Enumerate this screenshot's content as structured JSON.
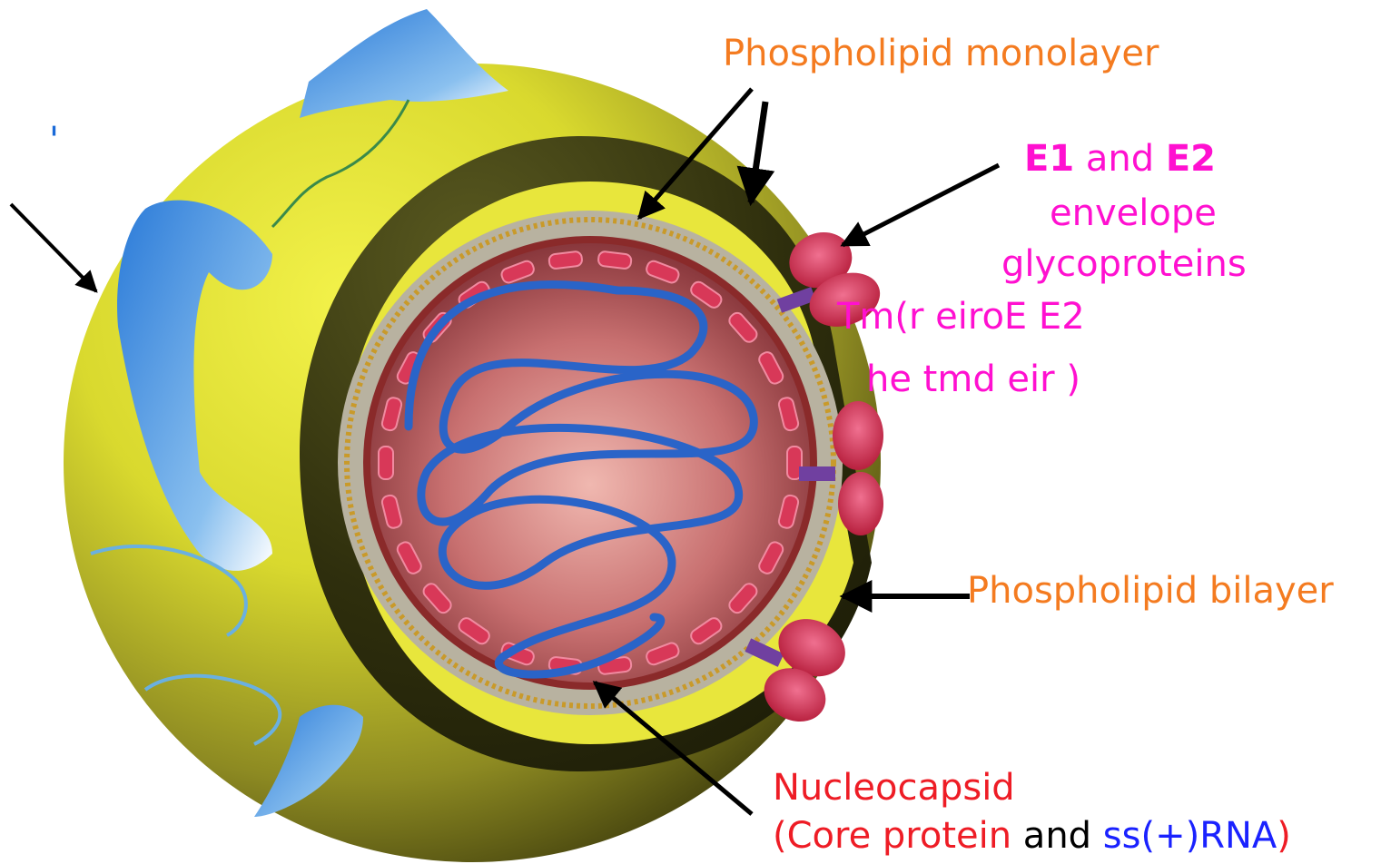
{
  "labels": {
    "monolayer": "Phospholipid monolayer",
    "bilayer": "Phospholipid bilayer",
    "e1": "E1",
    "and": "and",
    "e2": "E2",
    "envelope": "envelope",
    "glycoproteins": "glycoproteins",
    "garbled_line1": "Tm(r  eiroE E2",
    "garbled_line2": "he tmd    eir  )",
    "nucleocapsid": "Nucleocapsid",
    "core_open": "(Core protein",
    "core_and": " and ",
    "rna": "ss(+)RNA",
    "close": ")",
    "tick": "'"
  },
  "colors": {
    "shell": "#e2e43a",
    "shell_dark": "#6a6a1c",
    "interior": "#4a4a1c",
    "core": "#c8606a",
    "rna": "#2a64c8",
    "capsomer": "#d83858",
    "glycoprotein": "#d84060",
    "orange_text": "#f47b20",
    "magenta_text": "#ff10d0",
    "red_text": "#ee1c25",
    "blue_text": "#1a22ff"
  }
}
